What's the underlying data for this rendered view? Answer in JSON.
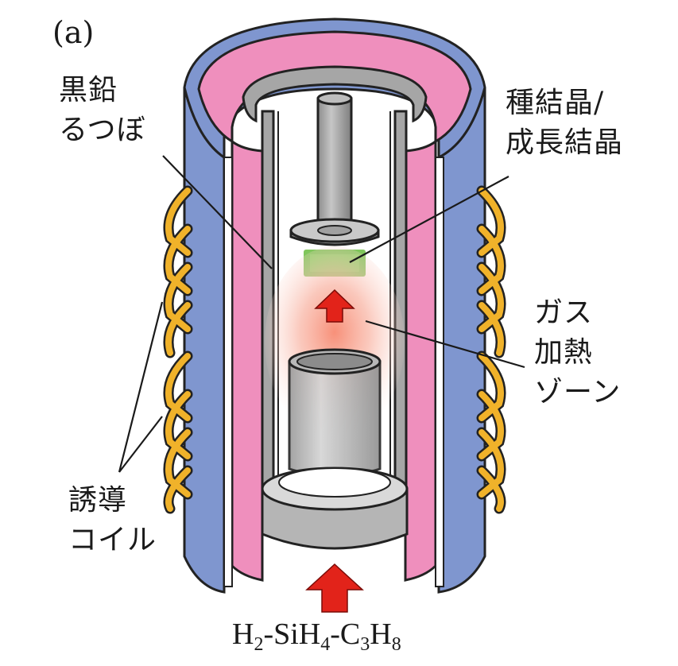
{
  "panel_label": "(a)",
  "labels": {
    "graphite_crucible": [
      "黒鉛",
      "るつぼ"
    ],
    "seed_crystal": [
      "種結晶/",
      "成長結晶"
    ],
    "gas_heating_zone": [
      "ガス",
      "加熱",
      "ゾーン"
    ],
    "induction_coil": [
      "誘導",
      "コイル"
    ]
  },
  "formula": {
    "parts": [
      {
        "t": "H"
      },
      {
        "sub": "2"
      },
      {
        "t": "-SiH"
      },
      {
        "sub": "4"
      },
      {
        "t": "-C"
      },
      {
        "sub": "3"
      },
      {
        "t": "H"
      },
      {
        "sub": "8"
      }
    ]
  },
  "colors": {
    "outer_insulation": "#7f96cf",
    "inner_insulation": "#ef8fbd",
    "graphite": "#a6a6a6",
    "graphite_light": "#d9d9d9",
    "coil": "#f0b22a",
    "seed_crystal": "#72c04a",
    "hot_zone": "#f6a08e",
    "gas_arrow": "#e2231a",
    "outline": "#222222"
  }
}
